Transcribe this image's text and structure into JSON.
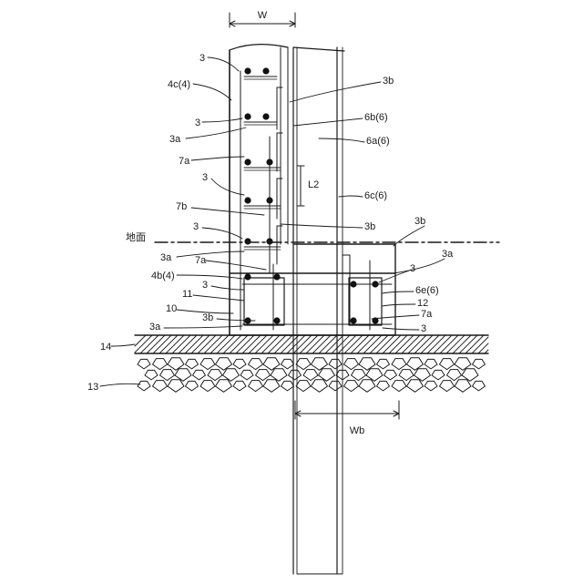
{
  "diagram": {
    "dimensions": {
      "wall_width": "W",
      "footing_width": "Wb",
      "lap_length": "L2"
    },
    "ground_level": "地面",
    "labels": {
      "rebar_3": "3",
      "rebar_3a": "3a",
      "rebar_3b": "3b",
      "wall_4c": "4c(4)",
      "footing_4b": "4b(4)",
      "panel_6a": "6a(6)",
      "panel_6b": "6b(6)",
      "panel_6c": "6c(6)",
      "panel_6e": "6e(6)",
      "bar_7a": "7a",
      "bar_7b": "7b",
      "part_10": "10",
      "part_11": "11",
      "part_12": "12",
      "gravel_13": "13",
      "slab_14": "14"
    }
  }
}
